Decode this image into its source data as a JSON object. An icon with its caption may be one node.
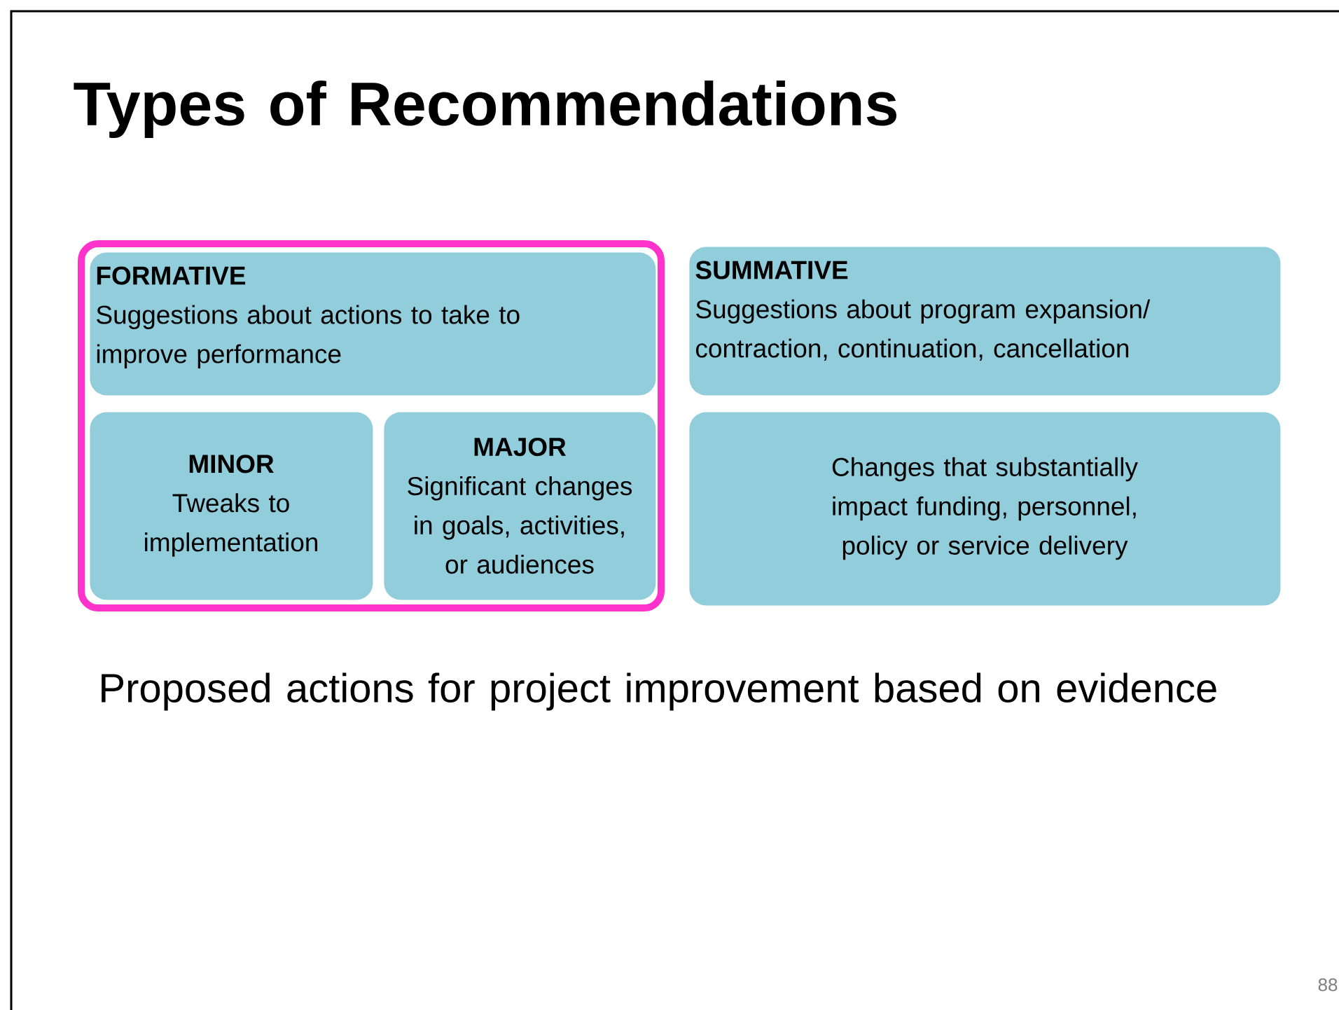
{
  "diagram": {
    "title": "Types of Recommendations",
    "nodes": [
      {
        "text": [],
        "shape": "box"
      },
      {
        "text": [
          "FORMATIVE",
          "Suggestions about actions to take to improve performance"
        ],
        "in": 0
      },
      {
        "text": [
          "MINOR",
          "Tweaks to implementation"
        ],
        "in": 0
      },
      {
        "text": [
          "MAJOR",
          "Significant changes in goals, activities, or audiences"
        ],
        "in": 0
      },
      {
        "text": [
          "SUMMATIVE",
          "Suggestions about program expansion/ contraction, continuation, cancellation"
        ]
      },
      {
        "text": [
          "Changes that substantially impact funding, personnel, policy or service delivery"
        ]
      }
    ],
    "edges": [],
    "labels": [
      "Proposed actions for project improvement based on evidence",
      "88"
    ]
  }
}
